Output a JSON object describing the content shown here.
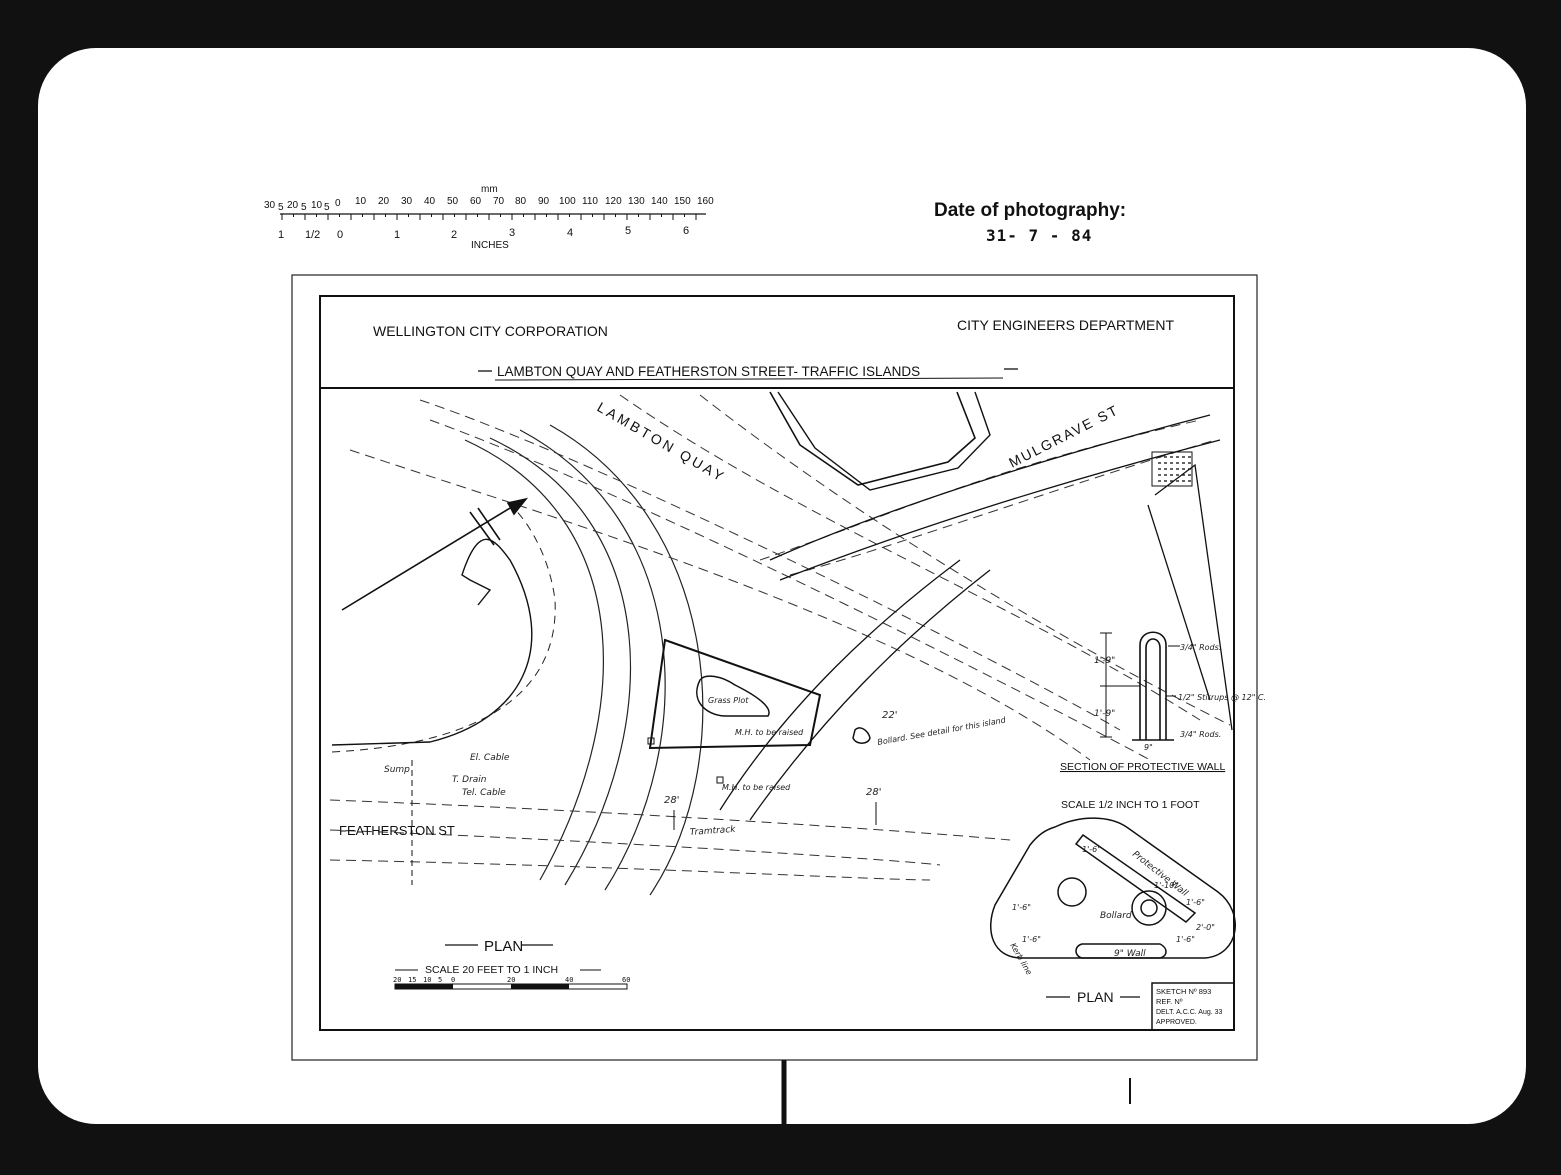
{
  "ruler": {
    "unit_top": "mm",
    "unit_bottom": "INCHES",
    "mm_left": [
      "30",
      "5",
      "20",
      "5",
      "10",
      "5",
      "0"
    ],
    "mm_right": [
      "10",
      "20",
      "30",
      "40",
      "50",
      "60",
      "70",
      "80",
      "90",
      "100",
      "110",
      "120",
      "130",
      "140",
      "150",
      "160"
    ],
    "inch_labels": [
      "1",
      "1/2",
      "0",
      "1",
      "2",
      "3",
      "4",
      "5",
      "6"
    ]
  },
  "photo": {
    "label": "Date of photography:",
    "date": "31- 7 - 84"
  },
  "title_block": {
    "org": "WELLINGTON CITY CORPORATION",
    "dept": "CITY ENGINEERS DEPARTMENT",
    "title": "LAMBTON QUAY AND FEATHERSTON STREET- TRAFFIC ISLANDS"
  },
  "streets": {
    "lambton": "LAMBTON QUAY",
    "mulgrave": "MULGRAVE ST",
    "featherston": "FEATHERSTON ST"
  },
  "plan_notes": {
    "grass_plot": "Grass Plot",
    "bollard_note": "Bollard. See detail for this island",
    "mh_raise": "M.H. to be raised",
    "mh_raise2": "M.H. to be raised",
    "tramtrack": "Tramtrack",
    "el_cable": "El. Cable",
    "tel_cable": "Tel. Cable",
    "t_drain": "T. Drain",
    "sump": "Sump",
    "dim_28a": "28'",
    "dim_28b": "28'",
    "dim_22": "22'",
    "plan_label": "PLAN",
    "scale_label": "SCALE 20 FEET TO 1 INCH",
    "scale_ticks": [
      "20",
      "15",
      "10",
      "5",
      "0",
      "20",
      "40",
      "60"
    ]
  },
  "section": {
    "label": "SECTION OF PROTECTIVE WALL",
    "scale": "SCALE 1/2 INCH TO 1 FOOT",
    "rod_top": "3/4\" Rods.",
    "stirrups": "1/2\" Stirrups @ 12\" C.",
    "rod_bottom": "3/4\" Rods.",
    "dim_upper": "1'-9\"",
    "dim_lower": "1'-9\"",
    "width": "9\""
  },
  "detail": {
    "protective_wall": "Protective Wall",
    "bollard": "Bollard",
    "wall": "9\" Wall",
    "kerb": "Kerb line",
    "plan_label": "PLAN",
    "dims": [
      "1'-6\"",
      "1'-6\"",
      "1'-6\"",
      "1'-10\"",
      "1'-6\"",
      "2'-0\"",
      "1'-6\""
    ]
  },
  "sketch_block": {
    "sketch_no": "SKETCH Nº 893",
    "ref": "REF. Nº",
    "delt": "DELT. A.C.C. Aug. 33",
    "approved": "APPROVED."
  }
}
